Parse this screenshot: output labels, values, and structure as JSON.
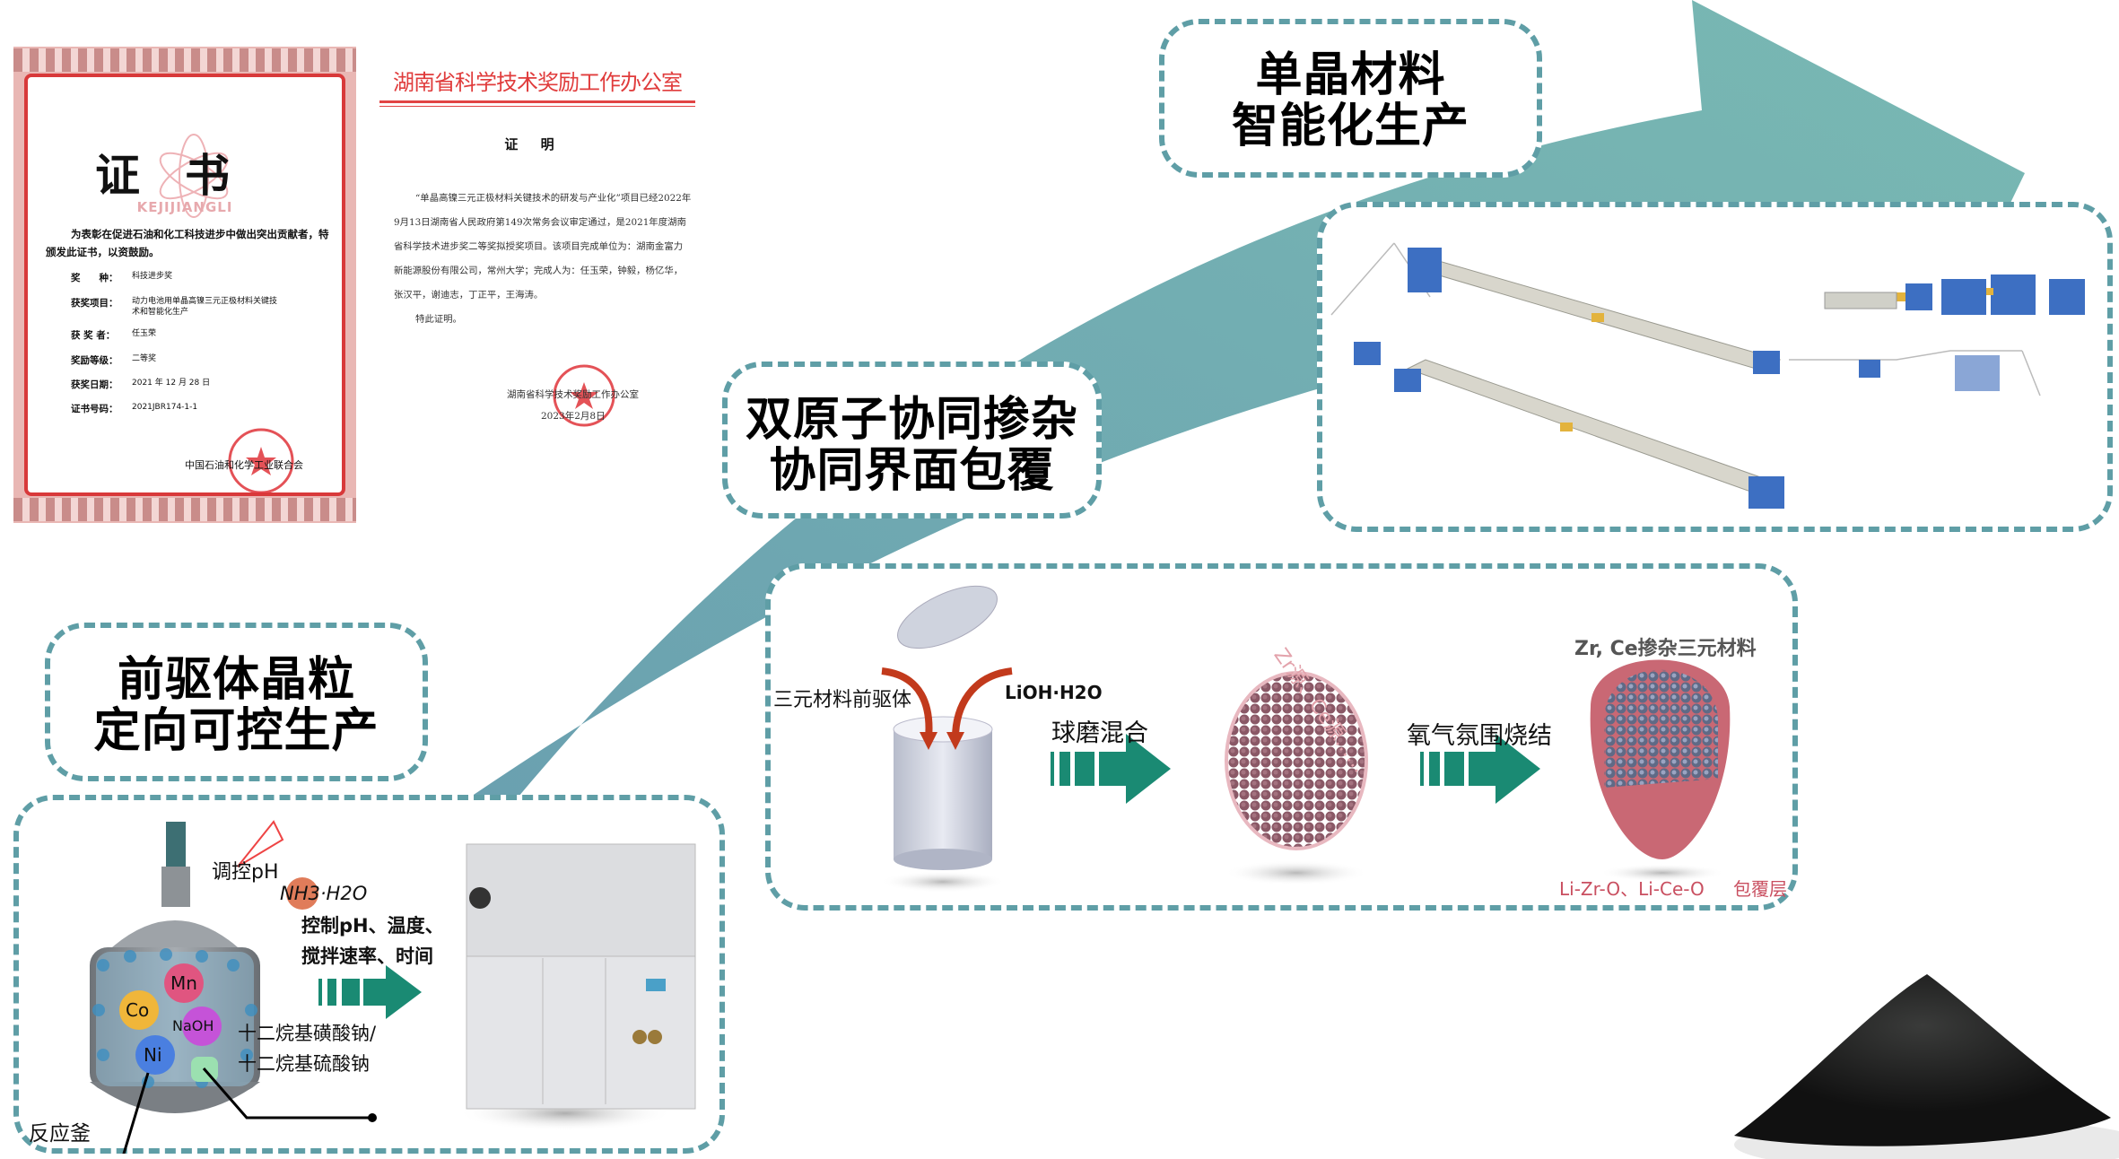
{
  "colors": {
    "arrow": "#6fadb2",
    "box_border": "#5f9ea6",
    "flow_arrow": "#1a8a73",
    "seal": "#e0343a"
  },
  "certificate": {
    "title": "证书",
    "watermark": "KEJIJIANGLI",
    "paragraph": "为表彰在促进石油和化工科技进步中做出突出贡献者，特颁发此证书，以资鼓励。",
    "rows": [
      {
        "key": "奖　　种：",
        "value": "科技进步奖"
      },
      {
        "key": "获奖项目：",
        "value": "动力电池用单晶高镍三元正极材料关键技术和智能化生产"
      },
      {
        "key": "获 奖 者：",
        "value": "任玉荣"
      },
      {
        "key": "奖励等级：",
        "value": "二等奖"
      },
      {
        "key": "获奖日期：",
        "value": "2021 年 12 月 28 日"
      },
      {
        "key": "证书号码：",
        "value": "2021JBR174-1-1"
      }
    ],
    "issuer": "中国石油和化学工业联合会"
  },
  "letter": {
    "header": "湖南省科学技术奖励工作办公室",
    "title": "证 明",
    "body": [
      "“单晶高镍三元正极材料关键技术的研发与产业化”项目已经2022年9月13日湖南省人民政府第149次常务会议审定通过，是2021年度湖南省科学技术进步奖二等奖拟授奖项目。该项目完成单位为：湖南金富力新能源股份有限公司，常州大学；完成人为：任玉荣，钟毅，杨亿华，张汉平，谢迪志，丁正平，王海涛。",
      "特此证明。"
    ],
    "signature": "湖南省科学技术奖励工作办公室",
    "date": "2023年2月8日"
  },
  "stages": {
    "stage1": {
      "line1": "前驱体晶粒",
      "line2": "定向可控生产"
    },
    "stage2": {
      "line1": "双原子协同掺杂",
      "line2": "协同界面包覆"
    },
    "stage3": {
      "line1": "单晶材料",
      "line2": "智能化生产"
    }
  },
  "reactor_panel": {
    "ph_label": "调控pH",
    "ammonia": "NH3·H2O",
    "control1": "控制pH、温度、",
    "control2": "搅拌速率、时间",
    "surfactant1": "十二烷基磺酸钠/",
    "surfactant2": "十二烷基硫酸钠",
    "reactor_label": "反应釜",
    "ions": [
      "Mn",
      "Co",
      "NaOH",
      "Ni"
    ]
  },
  "process_panel": {
    "precursor": "三元材料前驱体",
    "lithium": "LiOH·H2O",
    "step1": "球磨混合",
    "dopant_source": "Zr源、Ce源……",
    "step2": "氧气氛围烧结",
    "product": "Zr, Ce掺杂三元材料",
    "coating1": "Li-Zr-O、Li-Ce-O",
    "coating2": "包覆层"
  }
}
